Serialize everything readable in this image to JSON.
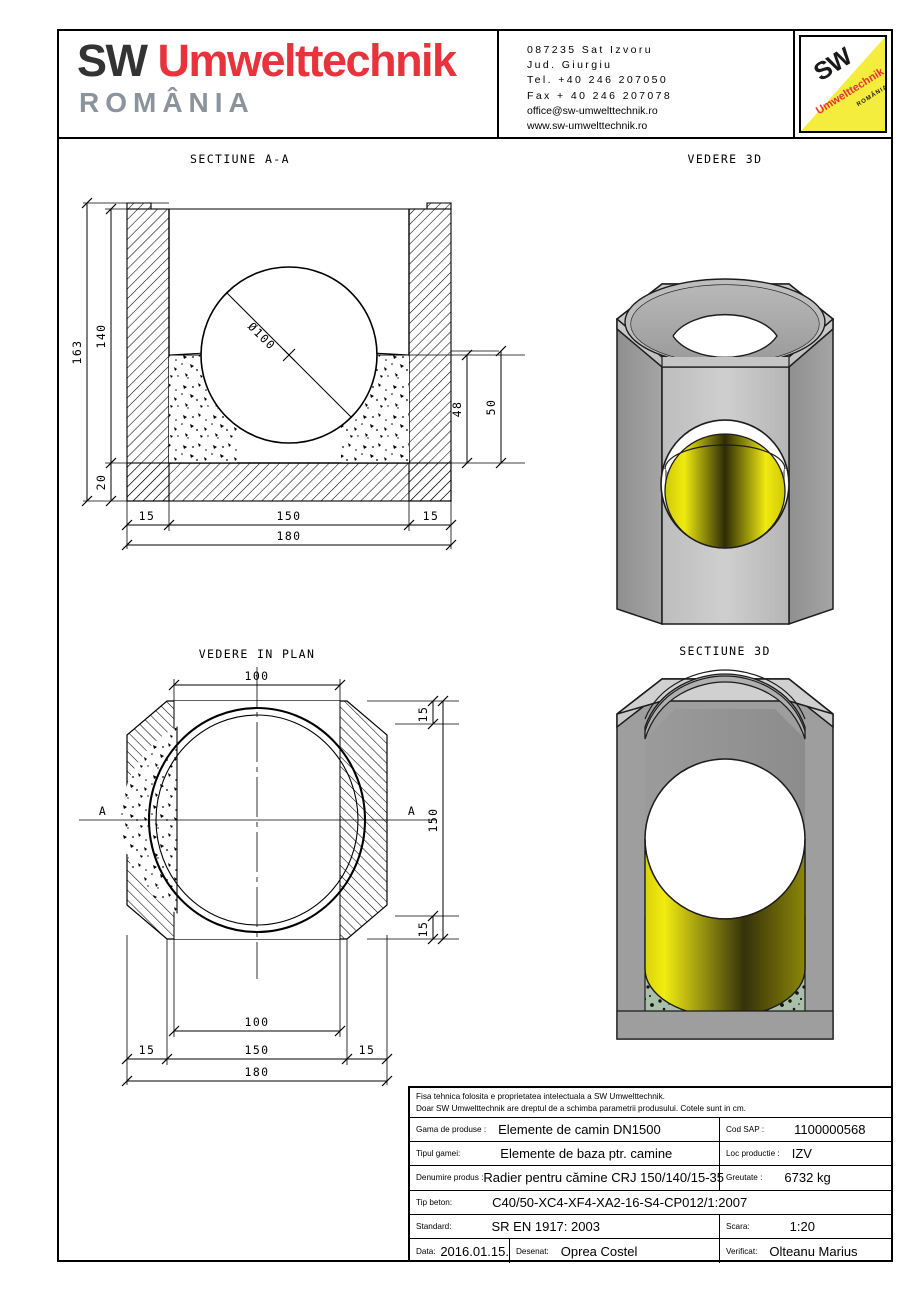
{
  "header": {
    "logo": {
      "sw": "SW",
      "umwelttechnik": "Umwelttechnik",
      "romania": "ROMÂNIA",
      "dark_color": "#333333",
      "red_color": "#e8323c",
      "gray_color": "#8b939c"
    },
    "contact": {
      "line1": "087235 Sat Izvoru",
      "line2": "Jud.    Giurgiu",
      "line3": "Tel. +40 246 207050",
      "line4": "Fax + 40 246 207078",
      "line5": "office@sw-umwelttechnik.ro",
      "line6": "www.sw-umwelttechnik.ro"
    },
    "badge": {
      "sw": "SW",
      "umwelttechnik": "Umwelttechnik",
      "romania": "ROMÂNIA",
      "background": "#f5ed3d"
    }
  },
  "views": {
    "section_aa": {
      "title": "SECTIUNE A-A",
      "dimensions": {
        "total_height": "163",
        "inner_height": "140",
        "base_thickness": "20",
        "pipe_diameter": "Ø100",
        "invert_depth": "48",
        "channel_depth": "50",
        "wall_left": "15",
        "inner_width": "150",
        "wall_right": "15",
        "total_width": "180"
      },
      "section_marks": [
        "A",
        "A"
      ]
    },
    "plan": {
      "title": "VEDERE IN PLAN",
      "dimensions": {
        "top_opening": "100",
        "wall_top": "15",
        "wall_bottom": "15",
        "inner_depth": "150",
        "bottom_opening": "100",
        "bottom_inner": "150",
        "wall_left": "15",
        "wall_right": "15",
        "total_width": "180"
      },
      "section_label_left": "A",
      "section_label_right": "A"
    },
    "view3d": {
      "title": "VEDERE 3D"
    },
    "section3d": {
      "title": "SECTIUNE 3D"
    }
  },
  "title_block": {
    "note_line1": "Fisa tehnica folosita e proprietatea intelectuala a SW Umwelttechnik.",
    "note_line2": "Doar SW Umwelttechnik are dreptul de a schimba parametrii produsului. Cotele sunt in cm.",
    "rows": [
      {
        "label": "Gama de produse :",
        "value": "Elemente de camin DN1500",
        "label2": "Cod SAP :",
        "value2": "1100000568"
      },
      {
        "label": "Tipul gamei:",
        "value": "Elemente de baza ptr. camine",
        "label2": "Loc productie :",
        "value2": "IZV"
      },
      {
        "label": "Denumire produs :",
        "value": "Radier pentru cămine CRJ 150/140/15-35",
        "label2": "Greutate :",
        "value2": "6732 kg"
      }
    ],
    "concrete_label": "Tip beton:",
    "concrete_value": "C40/50-XC4-XF4-XA2-16-S4-CP012/1:2007",
    "standard_label": "Standard:",
    "standard_value": "SR EN 1917: 2003",
    "scale_label": "Scara:",
    "scale_value": "1:20",
    "date_label": "Data:",
    "date_value": "2016.01.15.",
    "drawn_label": "Desenat:",
    "drawn_value": "Oprea Costel",
    "checked_label": "Verificat:",
    "checked_value": "Olteanu Marius"
  },
  "colors": {
    "concrete_light": "#c9c9c9",
    "concrete_mid": "#a8a8a8",
    "concrete_dark": "#8a8a8a",
    "pipe_yellow": "#e8e30c",
    "pipe_dark": "#2e2c06",
    "gravel_green": "#8fa890"
  }
}
